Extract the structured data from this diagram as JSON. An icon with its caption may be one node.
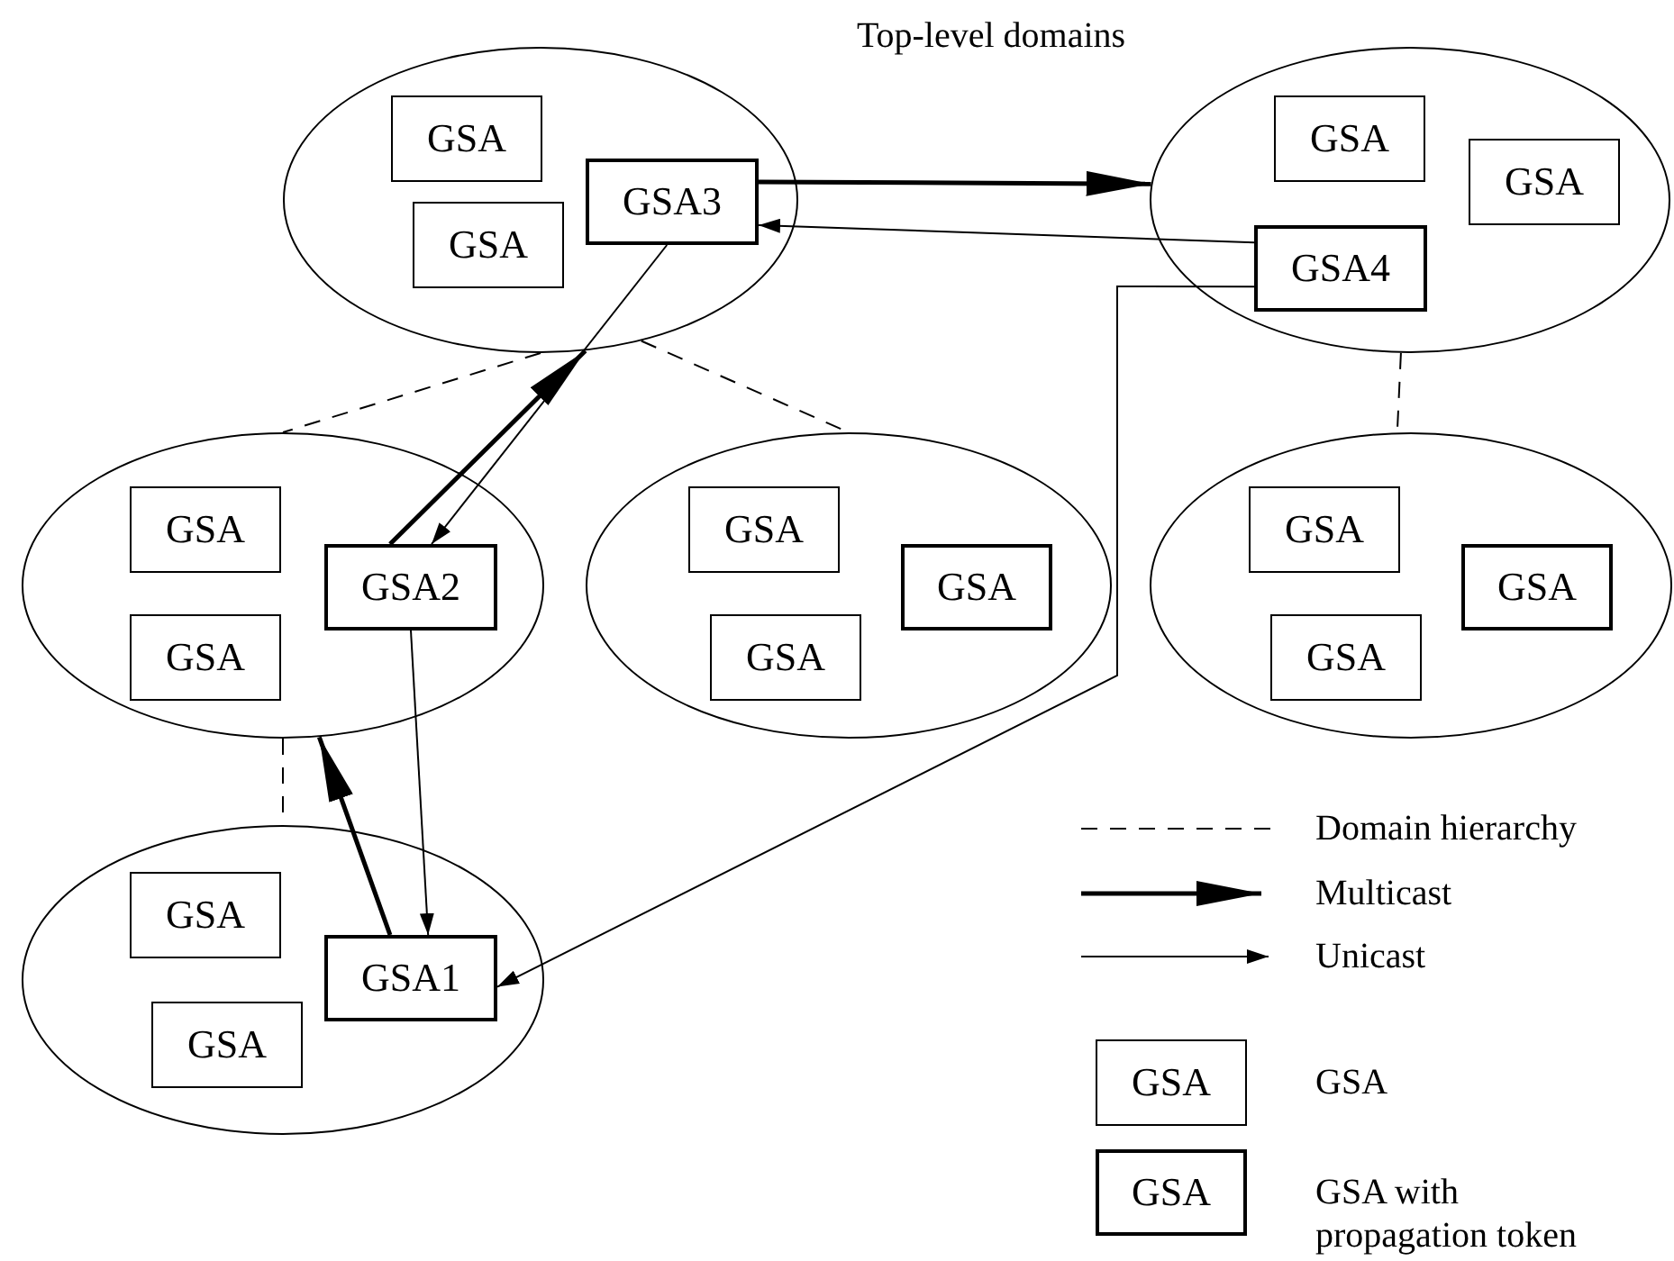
{
  "diagram": {
    "title": "Top-level domains",
    "nodes": [
      {
        "text": [],
        "shape": "ellipse"
      },
      {
        "text": [
          "GSA"
        ],
        "in": 0
      },
      {
        "text": [
          "GSA3"
        ],
        "in": 0
      },
      {
        "text": [
          "GSA"
        ],
        "in": 0
      },
      {
        "text": [],
        "shape": "ellipse"
      },
      {
        "text": [
          "GSA"
        ],
        "in": 4
      },
      {
        "text": [
          "GSA"
        ],
        "in": 4
      },
      {
        "text": [
          "GSA4"
        ],
        "in": 4
      },
      {
        "text": [],
        "shape": "ellipse"
      },
      {
        "text": [
          "GSA"
        ],
        "in": 8
      },
      {
        "text": [
          "GSA2"
        ],
        "in": 8
      },
      {
        "text": [
          "GSA"
        ],
        "in": 8
      },
      {
        "text": [],
        "shape": "ellipse"
      },
      {
        "text": [
          "GSA"
        ],
        "in": 12
      },
      {
        "text": [
          "GSA"
        ],
        "in": 12
      },
      {
        "text": [
          "GSA"
        ],
        "in": 12
      },
      {
        "text": [],
        "shape": "ellipse"
      },
      {
        "text": [
          "GSA"
        ],
        "in": 16
      },
      {
        "text": [
          "GSA"
        ],
        "in": 16
      },
      {
        "text": [
          "GSA"
        ],
        "in": 16
      },
      {
        "text": [],
        "shape": "ellipse"
      },
      {
        "text": [
          "GSA"
        ],
        "in": 20
      },
      {
        "text": [
          "GSA1"
        ],
        "in": 20
      },
      {
        "text": [
          "GSA"
        ],
        "in": 20
      },
      {
        "text": [
          "GSA"
        ]
      },
      {
        "text": [
          "GSA"
        ]
      }
    ],
    "edges": [
      {
        "from": 2,
        "to": 4,
        "arrow": "to",
        "style": "thick"
      },
      {
        "from": 7,
        "to": 2,
        "arrow": "to"
      },
      {
        "from": 7,
        "to": 22,
        "arrow": "to"
      },
      {
        "from": 2,
        "to": 10,
        "arrow": "to"
      },
      {
        "from": 10,
        "to": 0,
        "arrow": "to",
        "style": "thick"
      },
      {
        "from": 10,
        "to": 22,
        "arrow": "to"
      },
      {
        "from": 22,
        "to": 8,
        "arrow": "to",
        "style": "thick"
      },
      {
        "from": 0,
        "to": 8,
        "arrow": "none",
        "style": "dashed"
      },
      {
        "from": 0,
        "to": 12,
        "arrow": "none",
        "style": "dashed"
      },
      {
        "from": 4,
        "to": 16,
        "arrow": "none",
        "style": "dashed"
      },
      {
        "from": 8,
        "to": 20,
        "arrow": "none",
        "style": "dashed"
      }
    ],
    "legend": [
      {
        "text": "Domain hierarchy"
      },
      {
        "text": "Multicast"
      },
      {
        "text": "Unicast"
      },
      {
        "text": "GSA"
      },
      {
        "text": "GSA with propagation token"
      }
    ]
  }
}
